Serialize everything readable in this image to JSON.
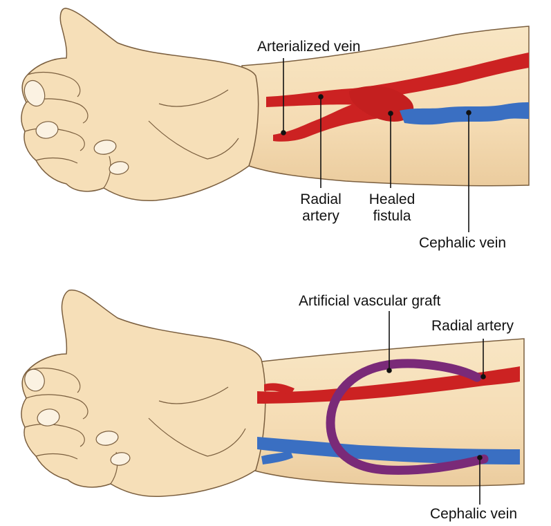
{
  "panels": [
    {
      "id": "fistula",
      "labels": {
        "arterialized_vein": "Arterialized vein",
        "radial_artery_line1": "Radial",
        "radial_artery_line2": "artery",
        "healed_fistula_line1": "Healed",
        "healed_fistula_line2": "fistula",
        "cephalic_vein": "Cephalic vein"
      }
    },
    {
      "id": "graft",
      "labels": {
        "artificial_graft": "Artificial vascular graft",
        "radial_artery": "Radial artery",
        "cephalic_vein": "Cephalic vein"
      }
    }
  ],
  "colors": {
    "skin": "#f6dfb8",
    "skin_shadow": "#e6c79a",
    "outline": "#6b5236",
    "artery": "#cc2222",
    "vein": "#3a6fc2",
    "graft": "#7a2a78",
    "leader": "#111111"
  }
}
